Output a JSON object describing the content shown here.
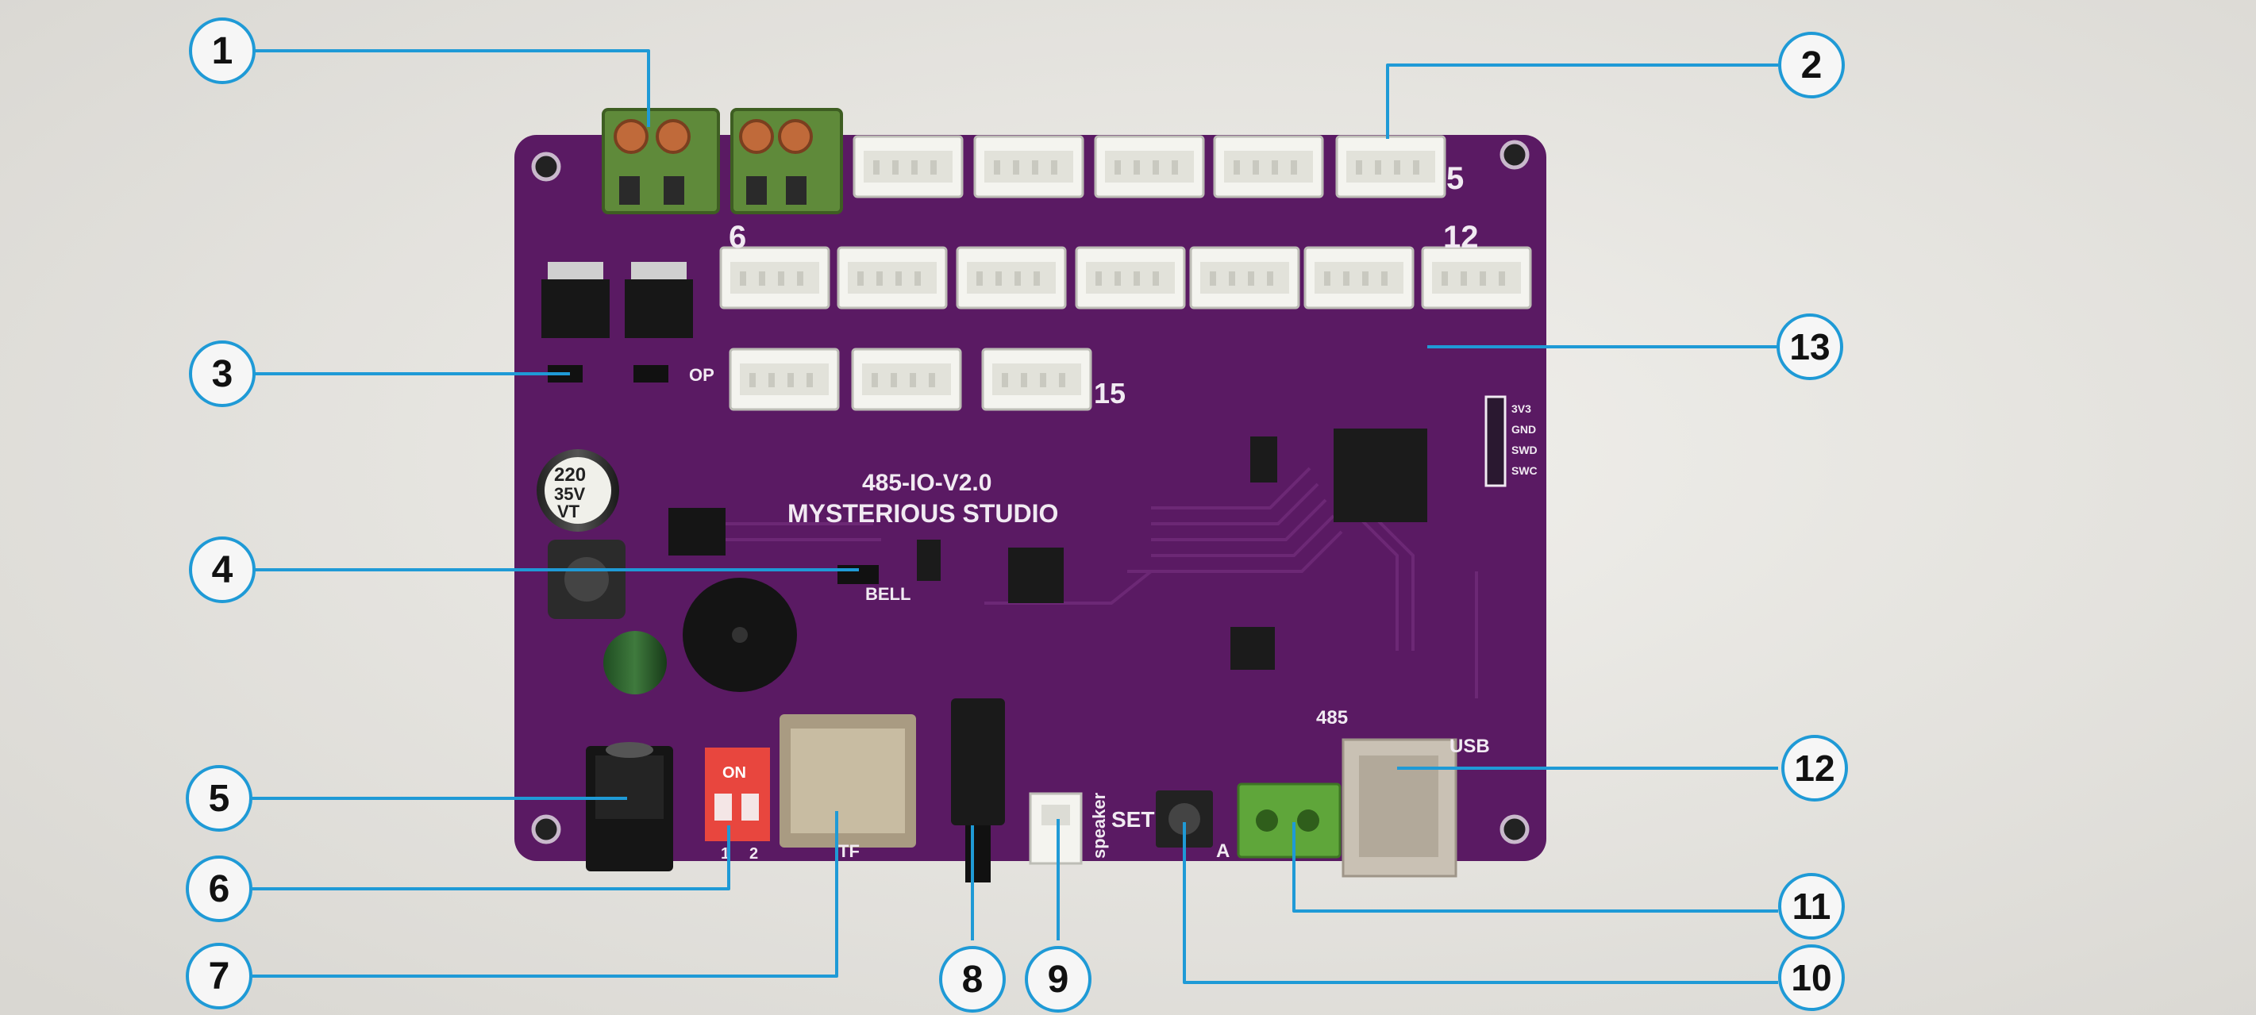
{
  "colors": {
    "background": "#e9e8e4",
    "pcb": "#5a1a63",
    "pcb_trace": "#6e2a78",
    "silkscreen": "#f1eaf2",
    "connector_white": "#f4f4ef",
    "terminal_green": "#5f8a3a",
    "callout_line": "#1f9ad6",
    "callout_fill": "#f6f6f6",
    "callout_text": "#111111",
    "jack_black": "#151515",
    "dip_red": "#e8463e",
    "usb_metal": "#c9c1b4"
  },
  "board": {
    "model": "485-IO-V2.0",
    "maker": "MYSTERIOUS STUDIO",
    "silk_labels": {
      "bell": "BELL",
      "usb": "USB",
      "rs485": "485",
      "set": "SET",
      "speaker": "speaker",
      "tf": "TF",
      "dip_on": "ON",
      "dip_1": "1",
      "dip_2": "2",
      "port_a": "A",
      "cap": "220\n35V\nVT",
      "num_5": "5",
      "num_6": "6",
      "num_12": "12",
      "num_15": "15",
      "op": "OP"
    },
    "header_pins": [
      "3V3",
      "GND",
      "SWD",
      "SWC"
    ]
  },
  "callouts": [
    {
      "id": 1,
      "label": "1"
    },
    {
      "id": 2,
      "label": "2"
    },
    {
      "id": 3,
      "label": "3"
    },
    {
      "id": 4,
      "label": "4"
    },
    {
      "id": 5,
      "label": "5"
    },
    {
      "id": 6,
      "label": "6"
    },
    {
      "id": 7,
      "label": "7"
    },
    {
      "id": 8,
      "label": "8"
    },
    {
      "id": 9,
      "label": "9"
    },
    {
      "id": 10,
      "label": "10"
    },
    {
      "id": 11,
      "label": "11"
    },
    {
      "id": 12,
      "label": "12"
    },
    {
      "id": 13,
      "label": "13"
    }
  ]
}
